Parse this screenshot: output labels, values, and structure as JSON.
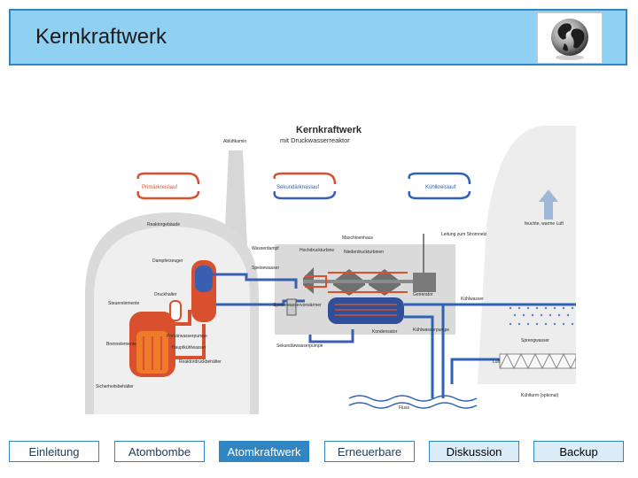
{
  "header": {
    "title": "Kernkraftwerk",
    "logo_icon": "globe-icon"
  },
  "diagram": {
    "title": "Kernkraftwerk",
    "subtitle": "mit Druckwasserreaktor",
    "loops": [
      "Primärkreislauf",
      "Sekundärkreislauf",
      "Kühlkreislauf"
    ],
    "labels": {
      "abluftkamin": "Abluftkamin",
      "reaktorgebaeude": "Reaktorgebäude",
      "maschinenhaus": "Maschinenhaus",
      "leitung": "Leitung zum Stromnetz",
      "feuchte_luft": "feuchte, warme Luft",
      "dampferzeuger": "Dampferzeuger",
      "wasserdampf": "Wasserdampf",
      "hochdruckturbine": "Hochdruckturbine",
      "niederdruckturbinen": "Niederdruckturbinen",
      "speisewasser": "Speisewasser",
      "generator": "Generator",
      "kuehlwasser": "Kühlwasser",
      "druckhalter": "Druckhalter",
      "steuerelemente": "Steuerelemente",
      "speisewasservorwaermer": "Speisewasservorwärmer",
      "primaerwasserpumpe": "Primärwasserpumpe",
      "kondensator": "Kondensator",
      "brennelemente": "Brennelemente",
      "hauptkuehlwasser": "Hauptkühlwasser",
      "kuehlwasserpumpe": "Kühlwasserpumpe",
      "sprengwasser": "Sprengwasser",
      "reaktordruckbehaelter": "Reaktordruckbehälter",
      "sekundaerwasserpumpe": "Sekundärwasserpumpe",
      "luft": "Luft",
      "sicherheitsbehaelter": "Sicherheitsbehälter",
      "fluss": "Fluss",
      "kuehlturm": "Kühlturm (optional)"
    },
    "colors": {
      "primary": "#d9502f",
      "secondary": "#3b5fb0",
      "cooling": "#2f62b6",
      "building": "#d7d7d7",
      "reactor_hot": "#ef7a2a"
    }
  },
  "nav": [
    {
      "label": "Einleitung",
      "style": "plain"
    },
    {
      "label": "Atombombe",
      "style": "plain"
    },
    {
      "label": "Atomkraftwerk",
      "style": "blue"
    },
    {
      "label": "Erneuerbare",
      "style": "plain"
    },
    {
      "label": "Diskussion",
      "style": "light"
    },
    {
      "label": "Backup",
      "style": "light"
    }
  ]
}
